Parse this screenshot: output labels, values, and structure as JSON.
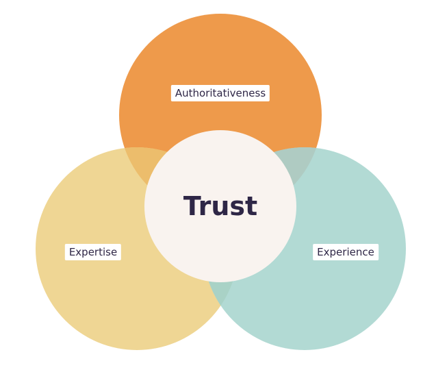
{
  "title": "Trust",
  "circles": [
    {
      "label": "Authoritativeness",
      "color": "#ee9a4b"
    },
    {
      "label": "Expertise",
      "color": "#efd694"
    },
    {
      "label": "Experience",
      "color": "#b2dad4"
    }
  ],
  "overlap_colors": {
    "orange_yellow": "#ecbd6c",
    "orange_teal": "#afcbc2",
    "yellow_teal": "#a9d2c6"
  },
  "center_color": "#f9f3ef"
}
